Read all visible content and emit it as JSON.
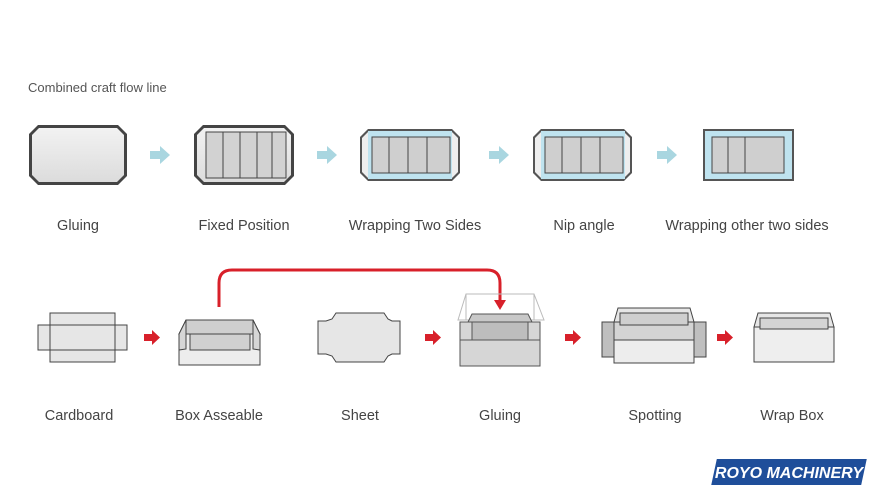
{
  "title": "Combined craft flow line",
  "row1": [
    {
      "label": "Gluing"
    },
    {
      "label": "Fixed Position"
    },
    {
      "label": "Wrapping Two Sides"
    },
    {
      "label": "Nip angle"
    },
    {
      "label": "Wrapping other two sides"
    }
  ],
  "row2": [
    {
      "label": "Cardboard"
    },
    {
      "label": "Box Asseable"
    },
    {
      "label": "Sheet"
    },
    {
      "label": "Gluing"
    },
    {
      "label": "Spotting"
    },
    {
      "label": "Wrap Box"
    }
  ],
  "logo_text": "ROYO MACHINERY",
  "colors": {
    "light_arrow": "#a9d6e0",
    "red_arrow": "#d8202a",
    "blue_band": "#bfe3ef",
    "gray": "#cfcfcf",
    "logo_bg": "#1f4e9a"
  }
}
